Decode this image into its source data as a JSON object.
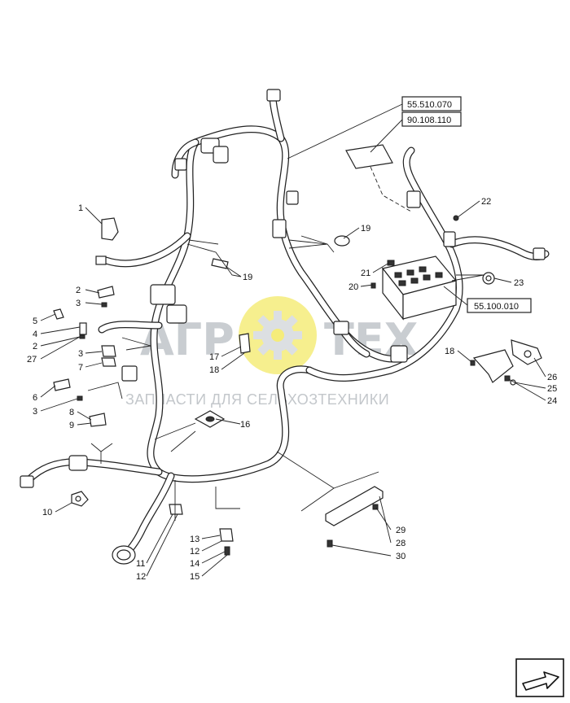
{
  "references": [
    {
      "id": "ref-55510070",
      "text": "55.510.070"
    },
    {
      "id": "ref-90108110",
      "text": "90.108.110"
    },
    {
      "id": "ref-55100010",
      "text": "55.100.010"
    }
  ],
  "callouts": [
    "1",
    "2",
    "3",
    "5",
    "4",
    "2",
    "27",
    "3",
    "7",
    "6",
    "3",
    "8",
    "9",
    "10",
    "11",
    "12",
    "13",
    "12",
    "14",
    "15",
    "16",
    "17",
    "18",
    "19",
    "19",
    "20",
    "21",
    "22",
    "23",
    "18",
    "26",
    "25",
    "24",
    "29",
    "28",
    "30"
  ],
  "watermark": {
    "brand_left": "АГР",
    "brand_right": "ТЕХ",
    "subtitle": "ЗАПЧАСТИ ДЛЯ СЕЛЬХОЗТЕХНИКИ"
  },
  "nav": {
    "icon": "next-page-icon"
  }
}
